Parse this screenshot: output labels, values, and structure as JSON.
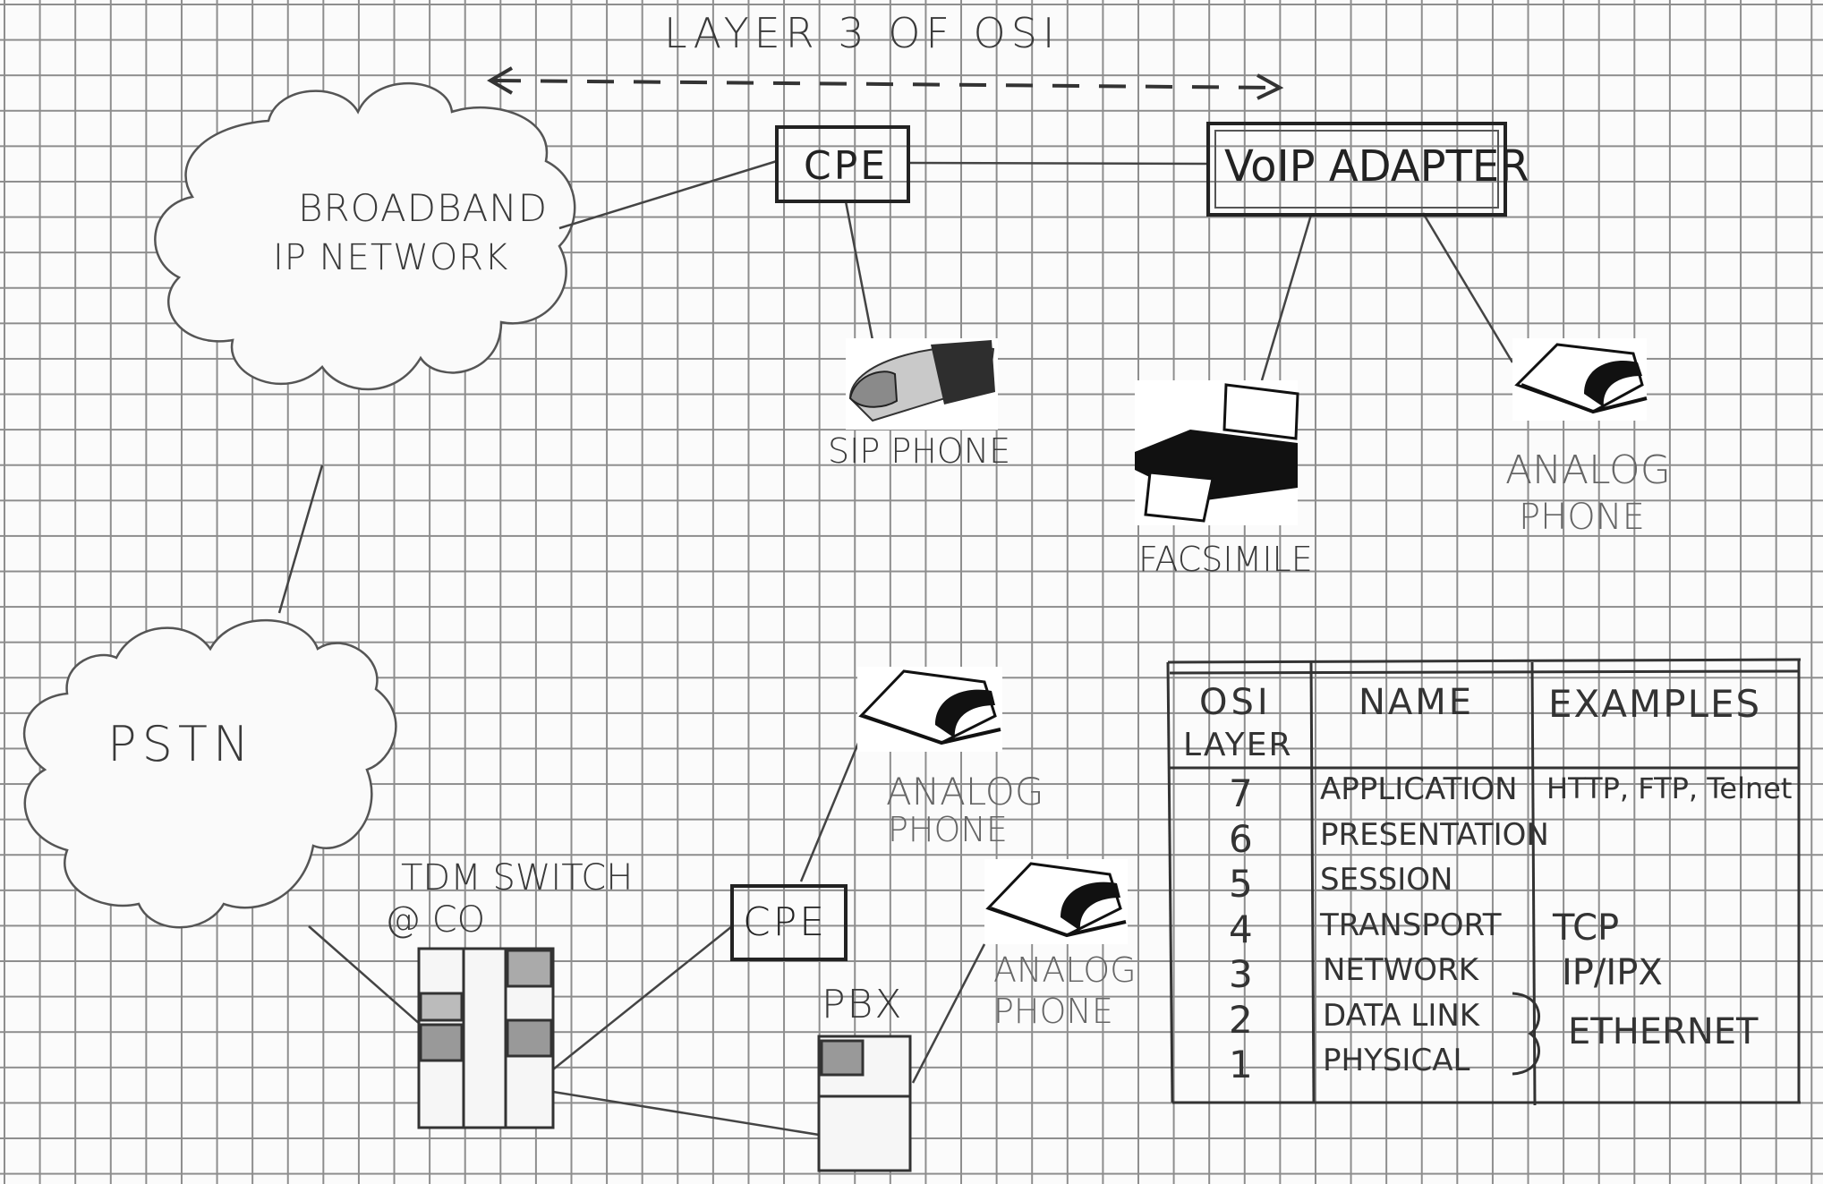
{
  "top_label": "LAYER 3 OF OSI",
  "clouds": {
    "broadband": [
      "BROADBAND",
      "IP NETWORK"
    ],
    "pstn": "PSTN"
  },
  "devices": {
    "cpe_top": "CPE",
    "voip_adapter": "VoIP ADAPTER",
    "sip_phone": "SIP PHONE",
    "facsimile": "FACSIMILE",
    "analog_phone_top": [
      "ANALOG",
      "PHONE"
    ],
    "tdm_switch": [
      "TDM SWITCH",
      "@ CO"
    ],
    "cpe_bottom": "CPE",
    "pbx": "PBX",
    "analog_phone_mid": [
      "ANALOG",
      "PHONE"
    ],
    "analog_phone_low": [
      "ANALOG",
      "PHONE"
    ]
  },
  "osi_table": {
    "headers": [
      "OSI",
      "LAYER",
      "NAME",
      "EXAMPLES"
    ],
    "rows": [
      {
        "layer": "7",
        "name": "APPLICATION",
        "example": "HTTP, FTP, Telnet"
      },
      {
        "layer": "6",
        "name": "PRESENTATION",
        "example": ""
      },
      {
        "layer": "5",
        "name": "SESSION",
        "example": ""
      },
      {
        "layer": "4",
        "name": "TRANSPORT",
        "example": "TCP"
      },
      {
        "layer": "3",
        "name": "NETWORK",
        "example": "IP/IPX"
      },
      {
        "layer": "2",
        "name": "DATA LINK",
        "example": ""
      },
      {
        "layer": "1",
        "name": "PHYSICAL",
        "example": ""
      }
    ],
    "bracket_example": "ETHERNET"
  }
}
